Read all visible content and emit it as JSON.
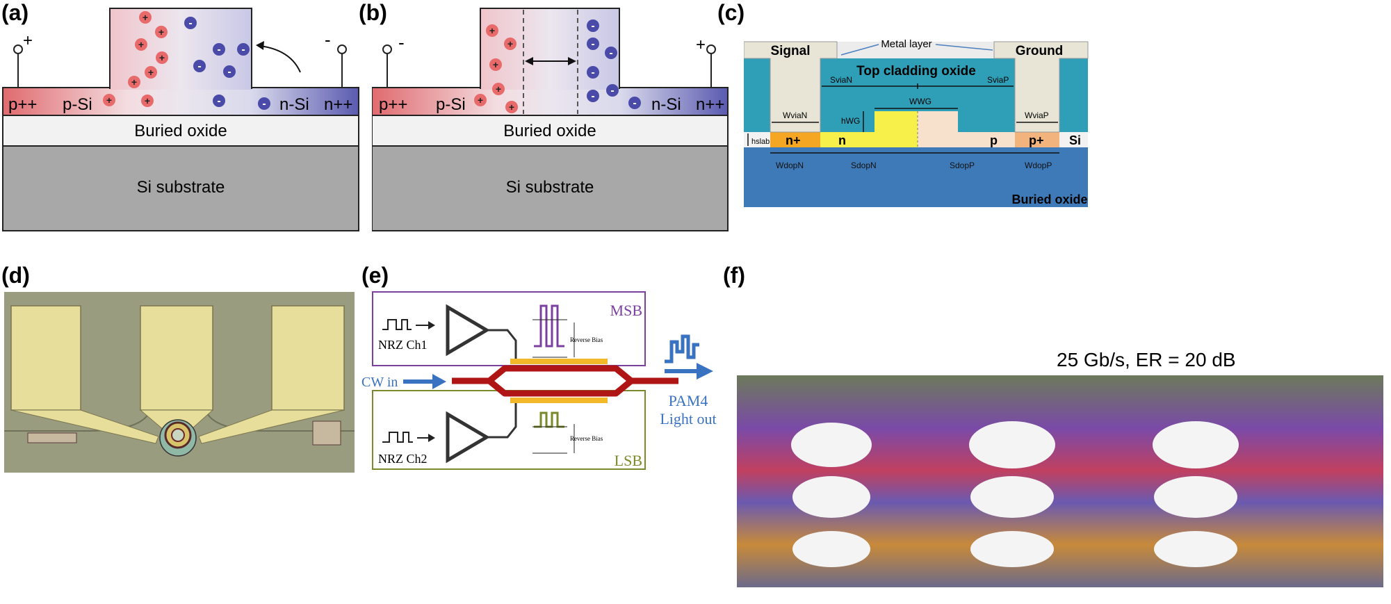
{
  "labels": {
    "a": "(a)",
    "b": "(b)",
    "c": "(c)",
    "d": "(d)",
    "e": "(e)",
    "f": "(f)"
  },
  "panel_a": {
    "left_contact": "p++",
    "p_region": "p-Si",
    "n_region": "n-Si",
    "right_contact": "n++",
    "left_sign": "+",
    "right_sign": "-",
    "buried_oxide": "Buried oxide",
    "substrate": "Si substrate",
    "hole_charge": "+",
    "electron_charge": "-"
  },
  "panel_b": {
    "left_contact": "p++",
    "p_region": "p-Si",
    "n_region": "n-Si",
    "right_contact": "n++",
    "left_sign": "-",
    "right_sign": "+",
    "buried_oxide": "Buried oxide",
    "substrate": "Si substrate"
  },
  "panel_c": {
    "signal": "Signal",
    "ground": "Ground",
    "metal_layer": "Metal layer",
    "top_cladding": "Top cladding oxide",
    "buried_oxide": "Buried oxide",
    "n_plus": "n+",
    "n": "n",
    "p": "p",
    "p_plus": "p+",
    "si": "Si",
    "s_via_n": "SviaN",
    "s_via_p": "SviaP",
    "w_via_n": "WviaN",
    "w_via_p": "WviaP",
    "w_wg": "WWG",
    "h_wg": "hWG",
    "h_slab": "hslab",
    "w_dop_n": "WdopN",
    "s_dop_n": "SdopN",
    "s_dop_p": "SdopP",
    "w_dop_p": "WdopP"
  },
  "panel_e": {
    "msb": "MSB",
    "lsb": "LSB",
    "nrz_ch1": "NRZ Ch1",
    "nrz_ch2": "NRZ Ch2",
    "reverse_bias": "Reverse Bias",
    "cw_in": "CW in",
    "pam4": "PAM4",
    "light_out": "Light out"
  },
  "panel_f": {
    "title": "25 Gb/s, ER = 20 dB"
  },
  "colors": {
    "hole": "#e86a6a",
    "electron": "#4a4aa8",
    "msb": "#7b3fa0",
    "lsb": "#7a8a2a",
    "waveguide": "#b01515",
    "electrode": "#f2b82a",
    "arrow": "#3a72c2"
  }
}
